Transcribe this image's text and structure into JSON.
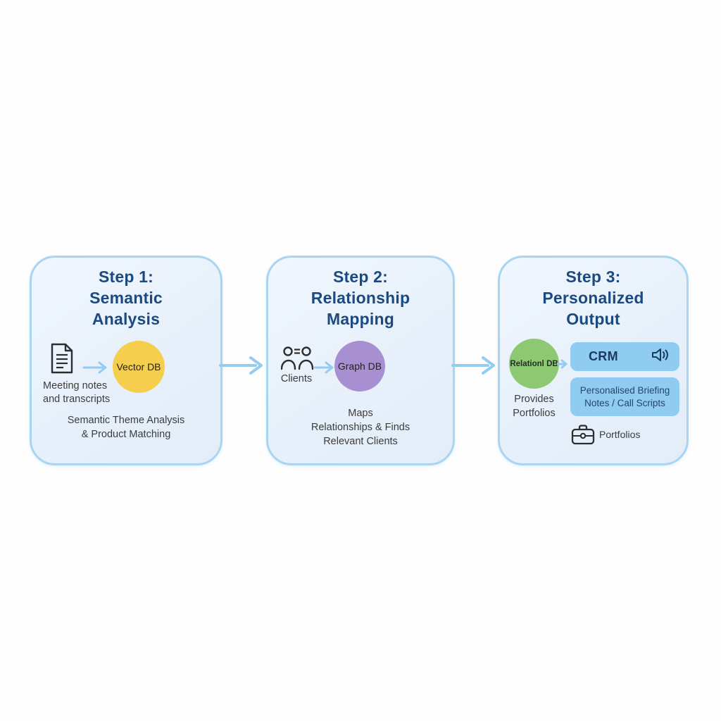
{
  "canvas": {
    "background": "#fefefe"
  },
  "colors": {
    "card_fill": "#e9f1fa",
    "card_border": "#a8d5f2",
    "title_text": "#1b4a82",
    "body_text": "#3c3c3c",
    "arrow": "#94cbf0",
    "vector_db": "#f6ce4d",
    "graph_db": "#a78fd1",
    "relational_db": "#8dc973",
    "output_box": "#90cbf1",
    "output_text": "#1c3a5f"
  },
  "steps": [
    {
      "title": "Step 1:\nSemantic\nAnalysis",
      "source": {
        "icon": "document-icon",
        "label": "Meeting notes\nand transcripts"
      },
      "db": {
        "label": "Vector DB"
      },
      "description": "Semantic Theme Analysis\n& Product Matching"
    },
    {
      "title": "Step 2:\nRelationship\nMapping",
      "source": {
        "icon": "clients-icon",
        "label": "Clients"
      },
      "db": {
        "label": "Graph DB"
      },
      "description": "Maps\nRelationships & Finds\nRelevant Clients"
    },
    {
      "title": "Step 3:\nPersonalized\nOutput",
      "db": {
        "label": "Relationl DB",
        "caption": "Provides\nPortfolios"
      },
      "outputs": [
        {
          "label": "CRM",
          "icon": "speaker-icon"
        },
        {
          "label": "Personalised Briefing\nNotes / Call Scripts"
        }
      ],
      "footer": {
        "icon": "briefcase-icon",
        "label": "Portfolios"
      }
    }
  ]
}
